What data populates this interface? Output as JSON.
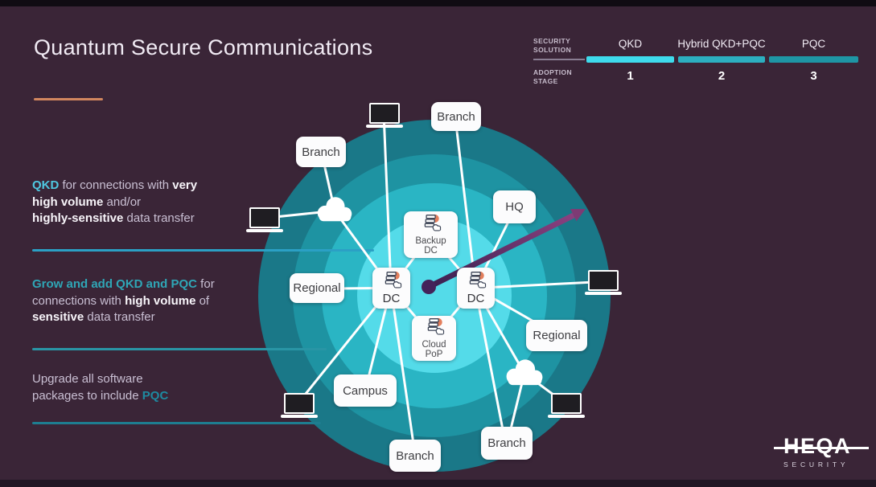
{
  "title": "Quantum Secure Communications",
  "legend": {
    "security_solution_label": "SECURITY SOLUTION",
    "adoption_stage_label": "ADOPTION STAGE",
    "columns": [
      {
        "label": "QKD",
        "stage": "1",
        "color": "#3edbec"
      },
      {
        "label": "Hybrid QKD+PQC",
        "stage": "2",
        "color": "#2cafc0"
      },
      {
        "label": "PQC",
        "stage": "3",
        "color": "#1e96a5"
      }
    ]
  },
  "annotations": {
    "blocks": [
      {
        "id": "stage1",
        "lines": [
          [
            {
              "t": "QKD",
              "s": "a1"
            },
            {
              "t": " for connections with ",
              "s": "n"
            },
            {
              "t": "very",
              "s": "b"
            }
          ],
          [
            {
              "t": "high volume",
              "s": "b"
            },
            {
              "t": " and/or",
              "s": "n"
            }
          ],
          [
            {
              "t": "highly-sensitive",
              "s": "b"
            },
            {
              "t": " data transfer",
              "s": "n"
            }
          ]
        ]
      },
      {
        "id": "stage2",
        "lines": [
          [
            {
              "t": "Grow and add QKD and PQC",
              "s": "a2"
            },
            {
              "t": " for",
              "s": "n"
            }
          ],
          [
            {
              "t": "connections with ",
              "s": "n"
            },
            {
              "t": "high volume",
              "s": "b"
            },
            {
              "t": " of",
              "s": "n"
            }
          ],
          [
            {
              "t": "sensitive",
              "s": "b"
            },
            {
              "t": " data transfer",
              "s": "n"
            }
          ]
        ]
      },
      {
        "id": "stage3",
        "lines": [
          [
            {
              "t": "Upgrade all software",
              "s": "n"
            }
          ],
          [
            {
              "t": "packages to include ",
              "s": "n"
            },
            {
              "t": "PQC",
              "s": "a3"
            }
          ]
        ]
      }
    ]
  },
  "network": {
    "nodes": {
      "branch_top_left": "Branch",
      "branch_top": "Branch",
      "hq": "HQ",
      "regional_left": "Regional",
      "regional_right": "Regional",
      "campus": "Campus",
      "branch_bottom_center": "Branch",
      "branch_bottom_right": "Branch",
      "backup_dc": "Backup DC",
      "dc_left": "DC",
      "dc_right": "DC",
      "cloud_pop": "Cloud PoP"
    }
  },
  "logo": {
    "brand": "HEQA",
    "tagline": "SECURITY"
  }
}
